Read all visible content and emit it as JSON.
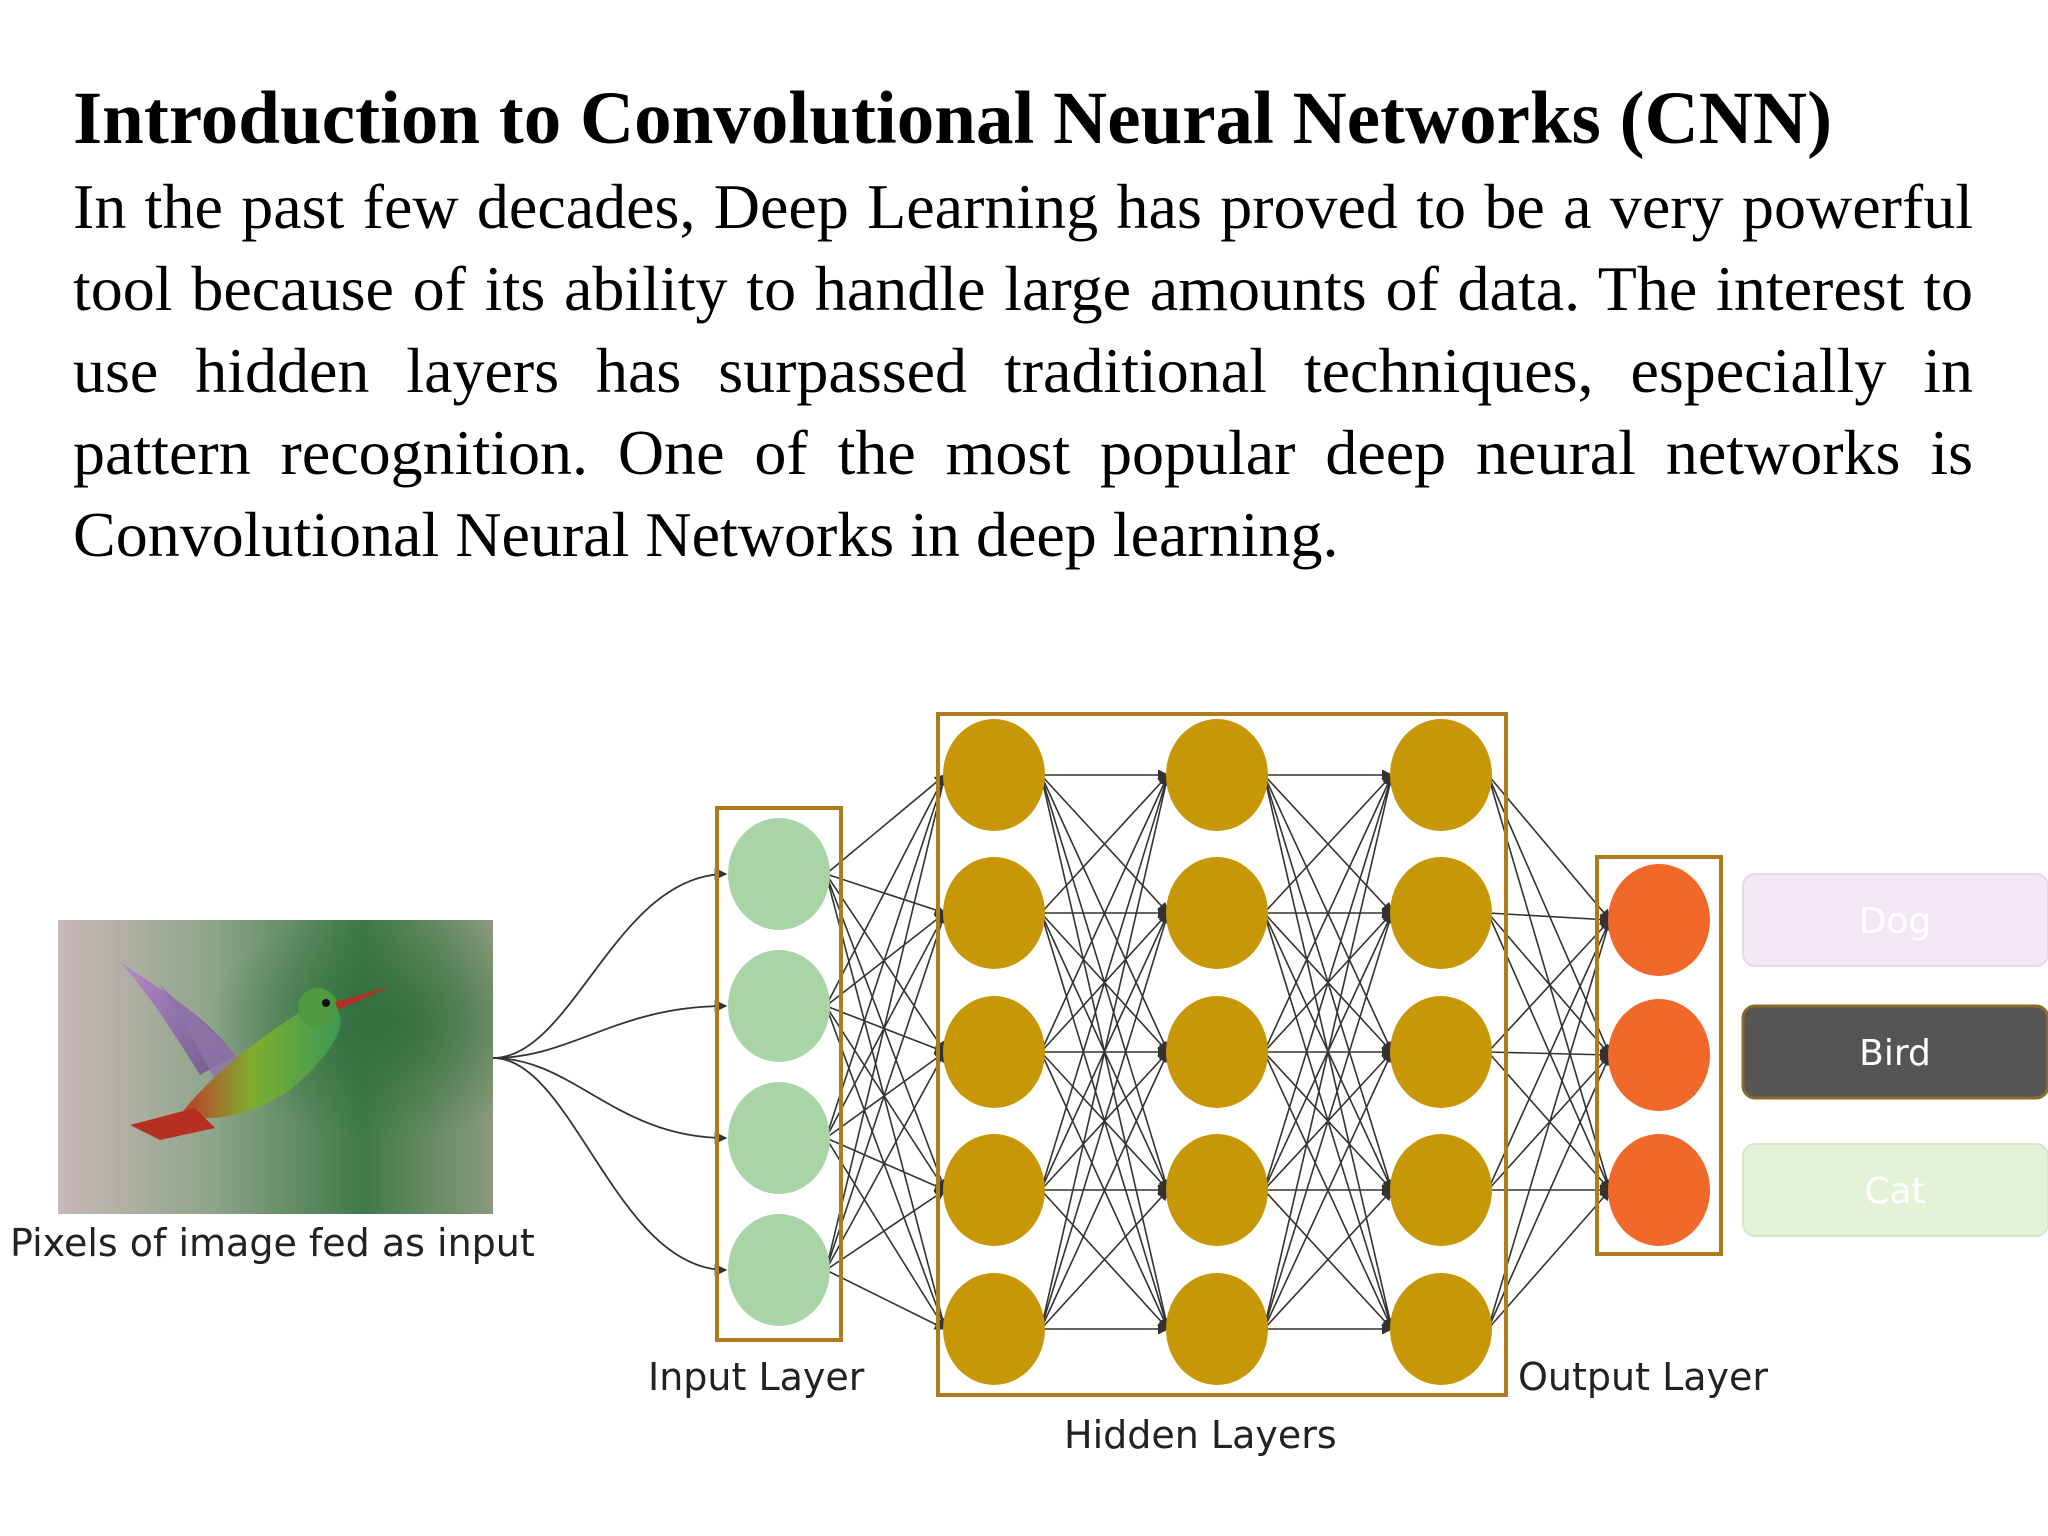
{
  "title": "Introduction to Convolutional Neural Networks (CNN)",
  "paragraph": "In the past few decades, Deep Learning has proved to be a very powerful tool because of its ability to handle large amounts of data. The interest to use hidden layers has surpassed traditional techniques, especially in pattern recognition. One of the most popular deep neural networks is Convolutional Neural Networks in deep learning.",
  "diagram": {
    "image_caption": "Pixels of image fed as input",
    "input_layer_label": "Input Layer",
    "hidden_layers_label": "Hidden Layers",
    "output_layer_label": "Output Layer",
    "outputs": [
      {
        "label": "Dog",
        "selected": false
      },
      {
        "label": "Bird",
        "selected": true
      },
      {
        "label": "Cat",
        "selected": false
      }
    ],
    "colors": {
      "input_node": "#a9d4a6",
      "hidden_node": "#c89708",
      "output_node": "#f0682a",
      "layer_border": "#b07a1e",
      "dog_box": "#f4e8f6",
      "bird_box": "#555555",
      "cat_box": "#e4f3d8"
    },
    "image_icon": "hummingbird-photo"
  }
}
